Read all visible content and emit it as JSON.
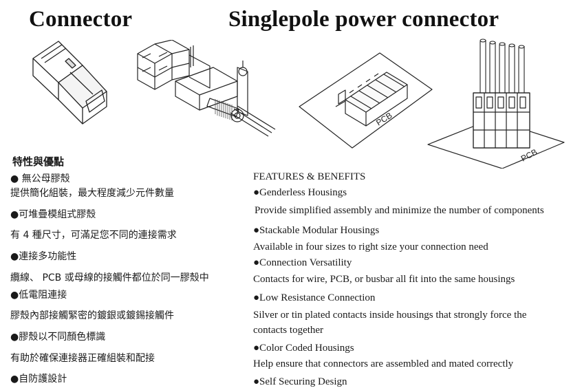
{
  "titles": {
    "left": "Connector",
    "right": "Singlepole power connector"
  },
  "pcb_labels": [
    "PCB",
    "PCB"
  ],
  "zh": {
    "heading": "特性與優點",
    "items": [
      "● 無公母膠殼",
      "提供簡化組裝，最大程度減少元件數量",
      "●可堆疊模組式膠殼",
      "有 4 種尺寸，可滿足您不同的連接需求",
      "●連接多功能性",
      "纜線、 PCB 或母線的接觸件都位於同一膠殼中",
      "●低電阻連接",
      "膠殼內部接觸緊密的鍍銀或鍍錫接觸件",
      "●膠殼以不同顏色標識",
      "有助於確保連接器正確組裝和配接",
      "●自防護設計"
    ]
  },
  "en": {
    "heading": "FEATURES & BENEFITS",
    "items": [
      "●Genderless Housings",
      "Provide simplified assembly and minimize the number of components",
      "●Stackable Modular Housings",
      "Available in four sizes to right size your connection need",
      "●Connection Versatility",
      "Contacts for wire, PCB, or busbar all fit into the same housings",
      "●Low Resistance Connection",
      "Silver or tin plated contacts inside housings that strongly force the contacts together",
      "●Color Coded Housings",
      "Help ensure that connectors are assembled and mated correctly",
      "●Self Securing Design"
    ]
  }
}
